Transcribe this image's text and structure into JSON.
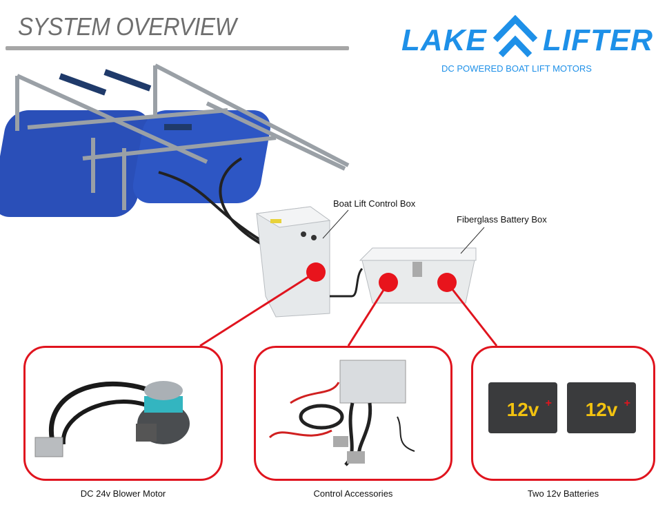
{
  "header": {
    "title": "SYSTEM OVERVIEW"
  },
  "logo": {
    "word_left": "LAKE",
    "word_right": "LIFTER",
    "tagline": "DC POWERED BOAT LIFT MOTORS"
  },
  "callouts": {
    "control_box": "Boat Lift Control Box",
    "battery_box": "Fiberglass Battery Box"
  },
  "panels": [
    {
      "caption": "DC 24v Blower Motor"
    },
    {
      "caption": "Control Accessories"
    },
    {
      "caption": "Two 12v Batteries",
      "battery_label": "12v"
    }
  ],
  "colors": {
    "accent_red": "#e0141e",
    "brand_blue": "#1e90e8",
    "title_gray": "#6e6e6e"
  }
}
